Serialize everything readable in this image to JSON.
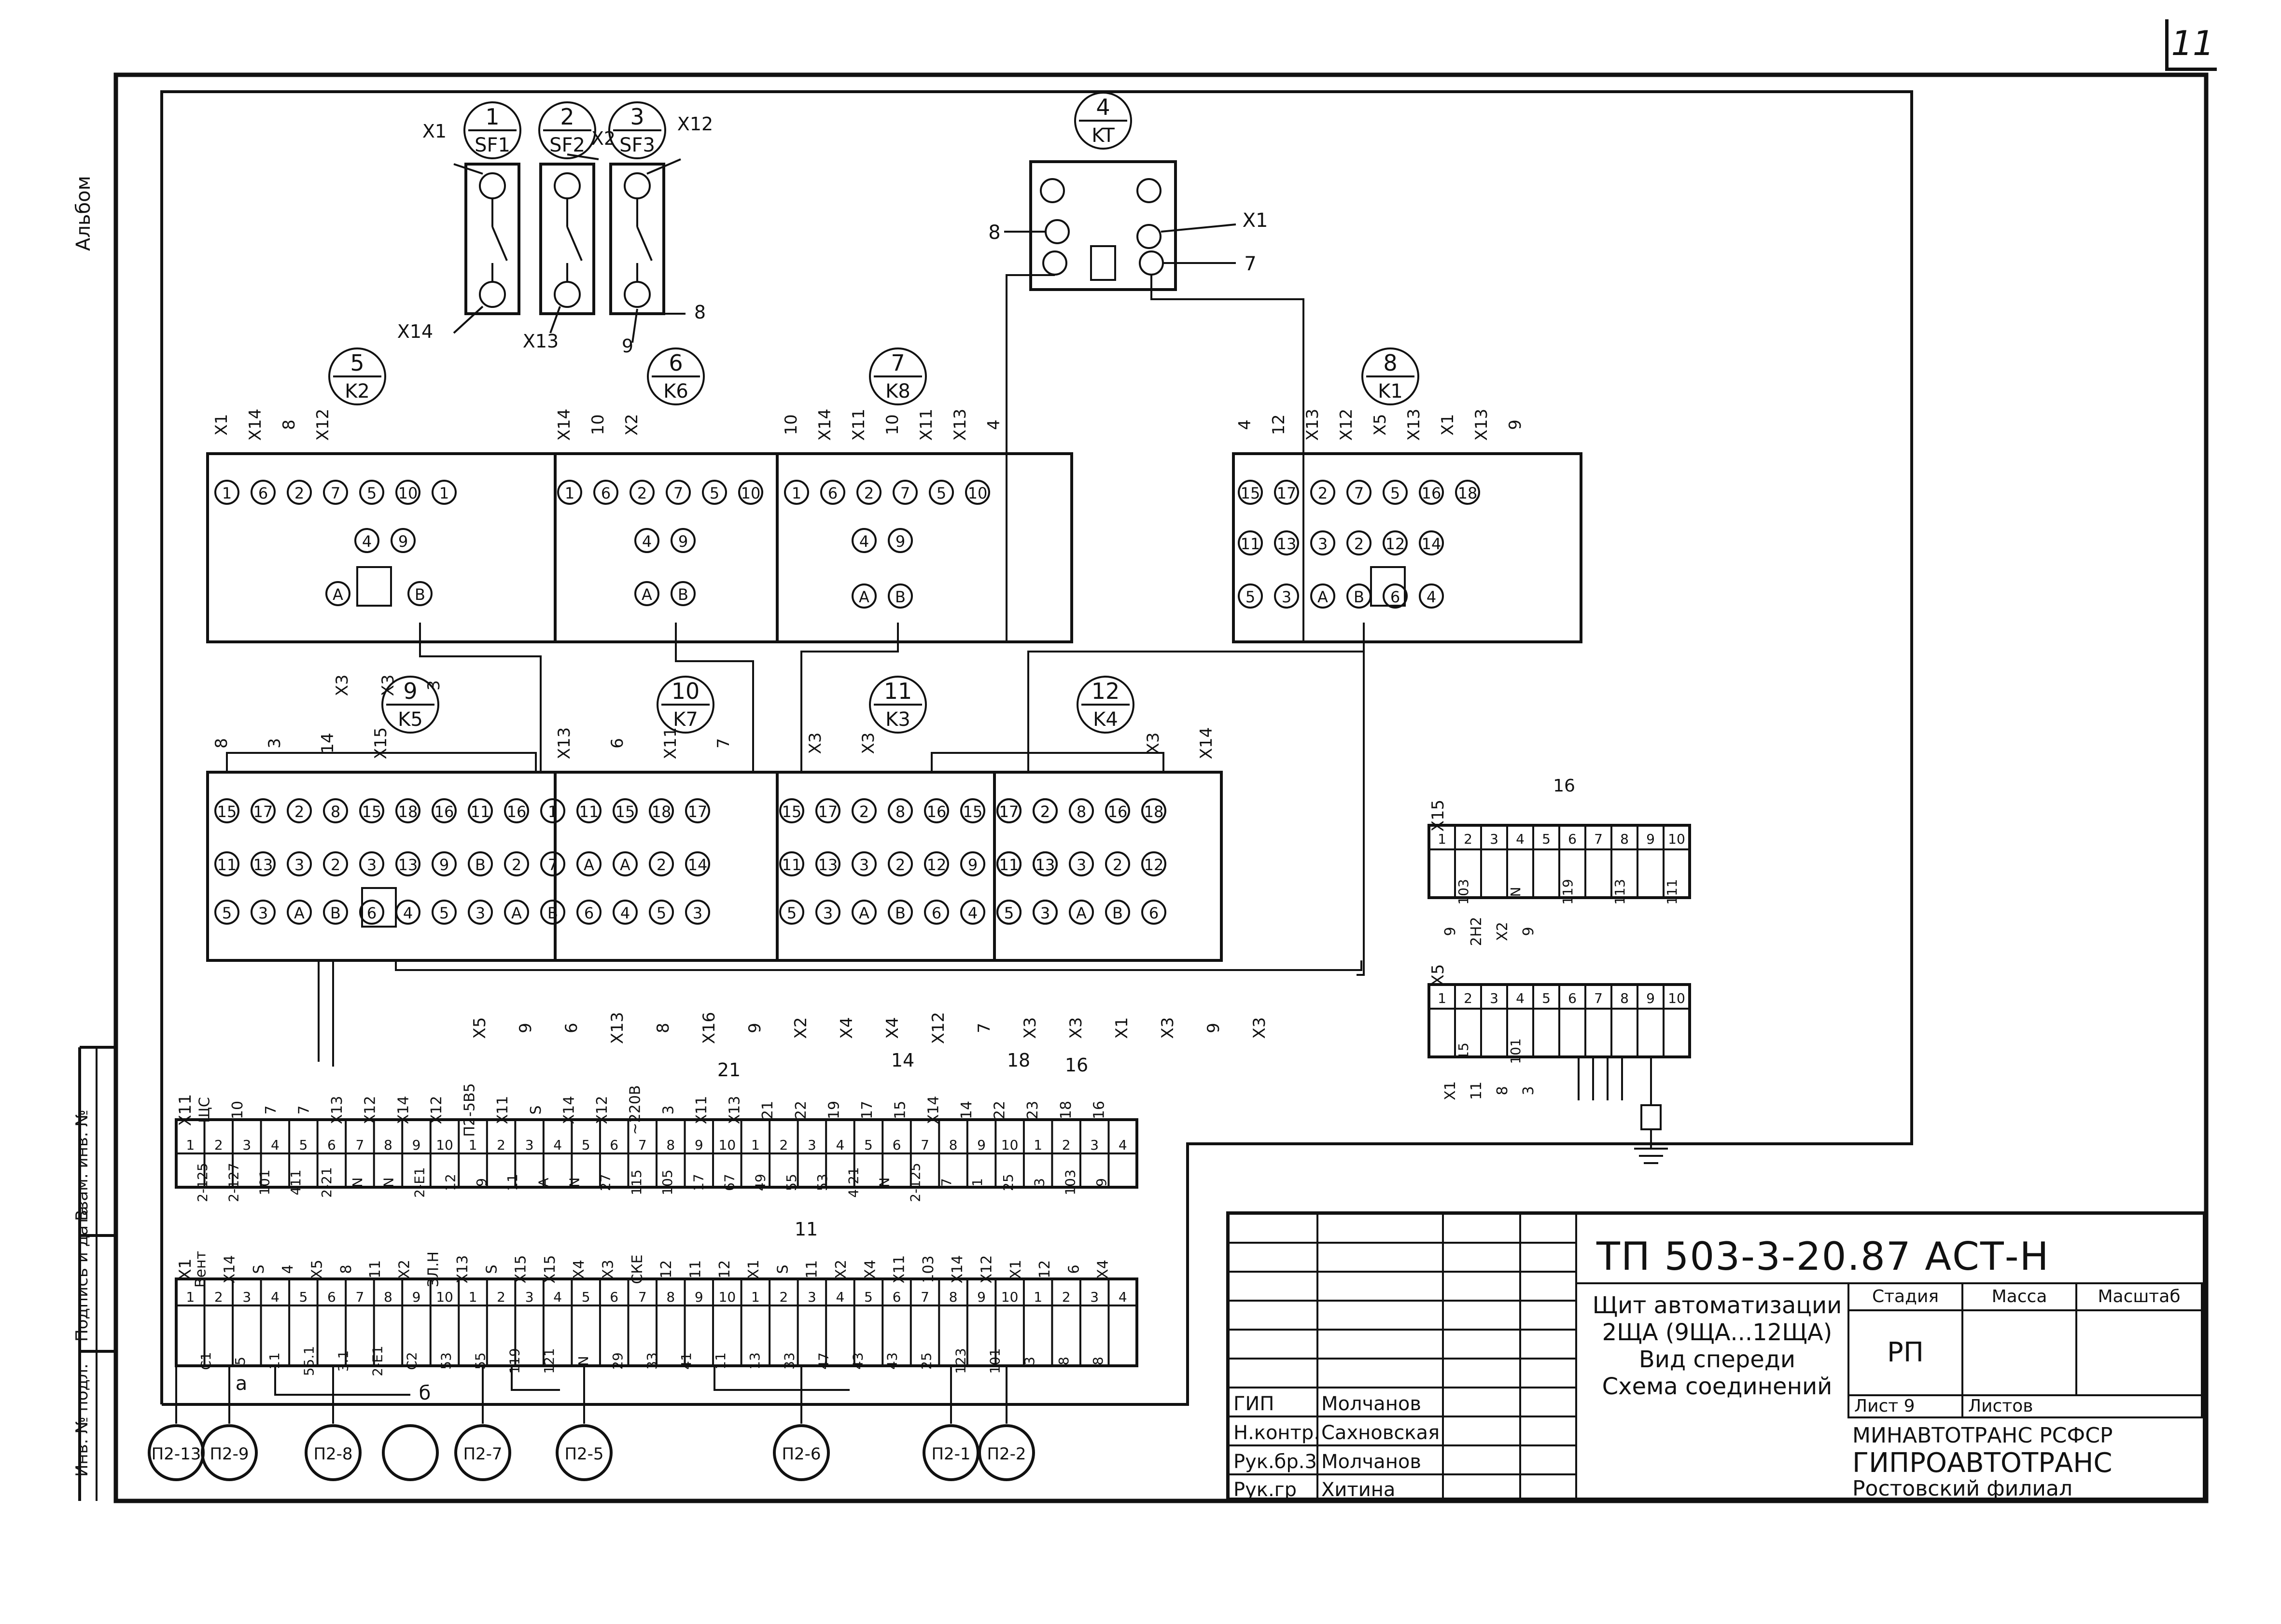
{
  "sheet_number": "11",
  "stamp": {
    "doc_code": "ТП 503-3-20.87 АСТ-Н",
    "title_lines": [
      "Щит автоматизации",
      "2ЩА (9ЩА...12ЩА)",
      "Вид спереди",
      "Схема соединений"
    ],
    "stage_label": "Стадия",
    "mass_label": "Масса",
    "scale_label": "Масштаб",
    "stage_value": "РП",
    "sheet_label": "Лист 9",
    "sheets_label": "Листов",
    "org_lines": [
      "МИНАВТОТРАНС РСФСР",
      "ГИПРОАВТОТРАНС",
      "Ростовский филиал"
    ],
    "roles": [
      {
        "role": "ГИП",
        "name": "Молчанов"
      },
      {
        "role": "Н.контр.",
        "name": "Сахновская"
      },
      {
        "role": "Рук.бр.3",
        "name": "Молчанов"
      },
      {
        "role": "Рук.гр",
        "name": "Хитина"
      }
    ]
  },
  "sidebar": {
    "inv_podl": "Инв. № подл.",
    "podpis": "Подпись и дата",
    "vzam": "Взам. инв. №",
    "album": "Альбом"
  },
  "devices": [
    {
      "num": "1",
      "code": "SF1"
    },
    {
      "num": "2",
      "code": "SF2"
    },
    {
      "num": "3",
      "code": "SF3"
    },
    {
      "num": "4",
      "code": "KT"
    },
    {
      "num": "5",
      "code": "K2"
    },
    {
      "num": "6",
      "code": "K6"
    },
    {
      "num": "7",
      "code": "K8"
    },
    {
      "num": "8",
      "code": "K1"
    },
    {
      "num": "9",
      "code": "K5"
    },
    {
      "num": "10",
      "code": "K7"
    },
    {
      "num": "11",
      "code": "K3"
    },
    {
      "num": "12",
      "code": "K4"
    }
  ],
  "breaker_wires": [
    "X1",
    "X14",
    "X2",
    "X13",
    "X12",
    "8",
    "9"
  ],
  "timer_wires": [
    "8",
    "X1",
    "7"
  ],
  "relay_wires_top": [
    [
      "X1",
      "X14",
      "8",
      "X12"
    ],
    [
      "X14",
      "10",
      "X2"
    ],
    [
      "10",
      "X14",
      "X11",
      "10",
      "X11",
      "X13",
      "4"
    ],
    [
      "4",
      "12",
      "X13",
      "X12",
      "X5",
      "X13",
      "X1",
      "X13",
      "9"
    ]
  ],
  "relay_wires_mid": [
    [
      "8",
      "3",
      "14",
      "X15"
    ],
    [
      "X13",
      "6",
      "X11",
      "7"
    ],
    [
      "X3",
      "X3"
    ],
    [
      "X3",
      "X14"
    ]
  ],
  "relay_wires_bottom": [
    "X3",
    "X3",
    "3",
    "X5",
    "9",
    "6",
    "X13",
    "8",
    "X16",
    "9",
    "X2",
    "X4",
    "X4",
    "X12",
    "7",
    "X3",
    "X3",
    "X1",
    "X3",
    "9",
    "X3"
  ],
  "relay_terminals": [
    "1",
    "6",
    "2",
    "7",
    "5",
    "10",
    "4",
    "9",
    "A",
    "B",
    "15",
    "17",
    "16",
    "18",
    "11",
    "13",
    "12",
    "14",
    "3",
    "8"
  ],
  "terminal_strips": {
    "strip_a_label": "X11",
    "strip_b_label": "X1",
    "small_strip_x15": "X15",
    "small_strip_x5": "X5",
    "group_16": "16",
    "group_21": "21",
    "group_14": "14",
    "group_18": "18",
    "group_11": "11",
    "strip_a_top": [
      "ЩС",
      "10",
      "7",
      "7",
      "X13",
      "X12",
      "X14",
      "X12",
      "П2-5В5",
      "X11",
      "S",
      "X14",
      "X12",
      "~220В",
      "3",
      "X11",
      "X13",
      "21",
      "22",
      "19",
      "17",
      "15",
      "X14",
      "14",
      "22",
      "23",
      "18",
      "16"
    ],
    "strip_a_bottom": [
      "2-125",
      "2-127",
      "101",
      "411",
      "2-21",
      "N",
      "N",
      "2-E1",
      "12",
      "9",
      "11",
      "A",
      "N",
      "27",
      "115",
      "105",
      "17",
      "67",
      "49",
      "55",
      "53",
      "4-21",
      "N",
      "2-125",
      "7",
      "1",
      "25",
      "3",
      "103",
      "9"
    ],
    "strip_b_top": [
      "Вент",
      "X14",
      "S",
      "4",
      "X5",
      "8",
      "11",
      "X2",
      "ЗЛ.Н",
      "X13",
      "S",
      "X15",
      "X15",
      "X4",
      "X3",
      "СКЕ",
      "12",
      "11",
      "12",
      "X1",
      "S",
      "11",
      "X2",
      "X4",
      "X11",
      "103",
      "X14",
      "X12",
      "X1",
      "12",
      "6",
      "X4"
    ],
    "strip_b_bottom": [
      "С1",
      "5",
      "11",
      "55.1",
      "3.1",
      "2-Е1",
      "С2",
      "53",
      "55",
      "119",
      "121",
      "N",
      "29",
      "33",
      "41",
      "11",
      "13",
      "33",
      "47",
      "43",
      "43",
      "25",
      "123",
      "101",
      "3",
      "8",
      "8"
    ],
    "small_x15_cells": [
      "103",
      "N",
      "119",
      "113",
      "111"
    ],
    "small_x15_wires": [
      "9",
      "2Н2",
      "X2",
      "9"
    ],
    "small_x5_cells": [
      "15",
      "101"
    ],
    "small_x5_wires": [
      "X1",
      "11",
      "8",
      "3"
    ]
  },
  "plugs": [
    "П2-13",
    "П2-9",
    "П2-8",
    "",
    "П2-7",
    "П2-5",
    "П2-6",
    "П2-1",
    "П2-2"
  ],
  "letter_marks": [
    "а",
    "б"
  ]
}
